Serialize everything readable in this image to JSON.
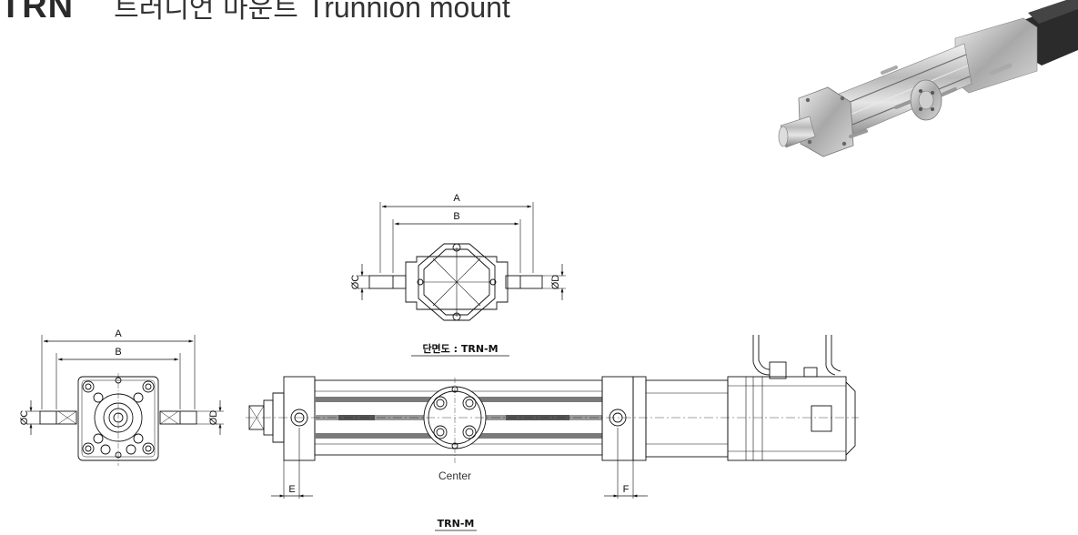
{
  "header": {
    "code": "TRN",
    "title_kr": "트러니언 마운트",
    "title_en": "Trunnion mount"
  },
  "section_view": {
    "caption": "단면도 : TRN-M",
    "dims": {
      "a": "A",
      "b": "B",
      "c": "ØC",
      "d": "ØD"
    }
  },
  "end_view": {
    "dims": {
      "a": "A",
      "b": "B",
      "c": "ØC",
      "d": "ØD"
    }
  },
  "side_view": {
    "caption": "TRN-M",
    "center_label": "Center",
    "dims": {
      "e": "E",
      "f": "F"
    }
  }
}
